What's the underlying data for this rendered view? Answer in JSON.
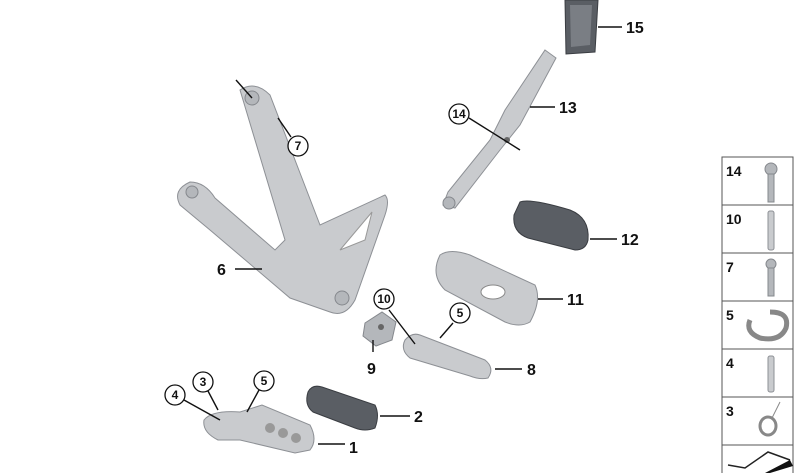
{
  "callouts": {
    "p15": "15",
    "p13": "13",
    "p14": "14",
    "p7": "7",
    "p6": "6",
    "p12": "12",
    "p11": "11",
    "p10": "10",
    "p5a": "5",
    "p9": "9",
    "p8": "8",
    "p4": "4",
    "p3": "3",
    "p5b": "5",
    "p2": "2",
    "p1": "1"
  },
  "legend": {
    "items": [
      {
        "label": "14",
        "part": "screw-torx"
      },
      {
        "label": "10",
        "part": "pin"
      },
      {
        "label": "7",
        "part": "screw"
      },
      {
        "label": "5",
        "part": "circlip"
      },
      {
        "label": "4",
        "part": "pin"
      },
      {
        "label": "3",
        "part": "spring"
      }
    ]
  },
  "colors": {
    "aluminium": "#c9cbce",
    "rubber": "#5a5e64"
  }
}
